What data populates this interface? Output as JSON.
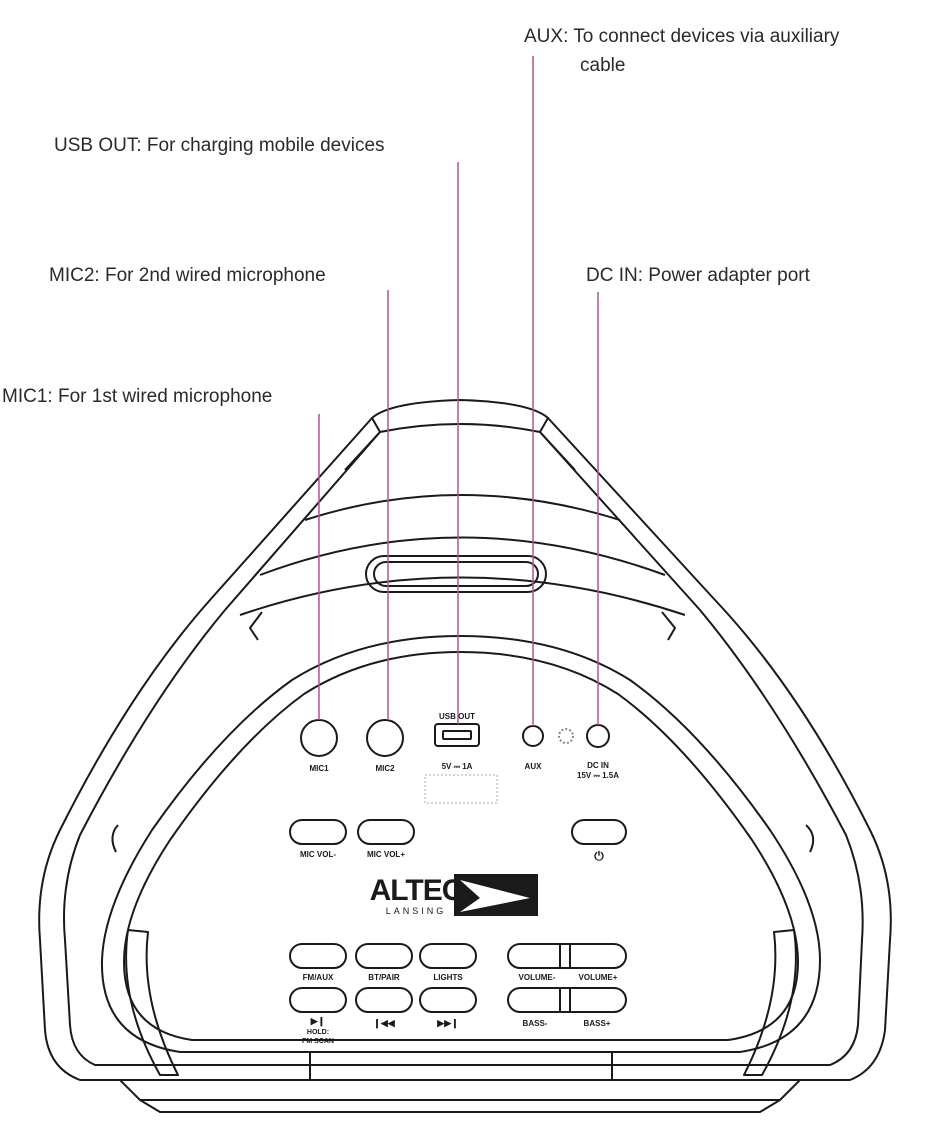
{
  "callouts": {
    "aux": {
      "key": "AUX:",
      "desc_line1": "To connect devices via auxiliary",
      "desc_line2": "cable"
    },
    "usb_out": {
      "key": "USB OUT:",
      "desc": "For charging mobile devices"
    },
    "mic2": {
      "key": "MIC2:",
      "desc": "For 2nd wired microphone"
    },
    "dc_in": {
      "key": "DC IN:",
      "desc": "Power adapter port"
    },
    "mic1": {
      "key": "MIC1:",
      "desc": "For 1st wired microphone"
    }
  },
  "panel_labels": {
    "mic1": "MIC1",
    "mic2": "MIC2",
    "usb_out_top": "USB OUT",
    "usb_out_rating": "5V ⎓ 1A",
    "aux": "AUX",
    "dc_in": "DC IN",
    "dc_in_rating": "15V ⎓ 1.5A",
    "mic_vol_minus": "MIC VOL-",
    "mic_vol_plus": "MIC VOL+",
    "power_symbol": "⏻",
    "brand": "ALTEC",
    "brand_sub": "LANSING",
    "fm_aux": "FM/AUX",
    "bt_pair": "BT/PAIR",
    "lights": "LIGHTS",
    "volume_minus": "VOLUME-",
    "volume_plus": "VOLUME+",
    "play_pause_symbol": "▶❙",
    "hold": "HOLD:",
    "fm_scan": "FM SCAN",
    "prev_symbol": "❙◀◀",
    "next_symbol": "▶▶❙",
    "bass_minus": "BASS-",
    "bass_plus": "BASS+"
  },
  "colors": {
    "leader_line": "#b0558f",
    "outline": "#1a1a1a",
    "text": "#2a2a2a"
  }
}
